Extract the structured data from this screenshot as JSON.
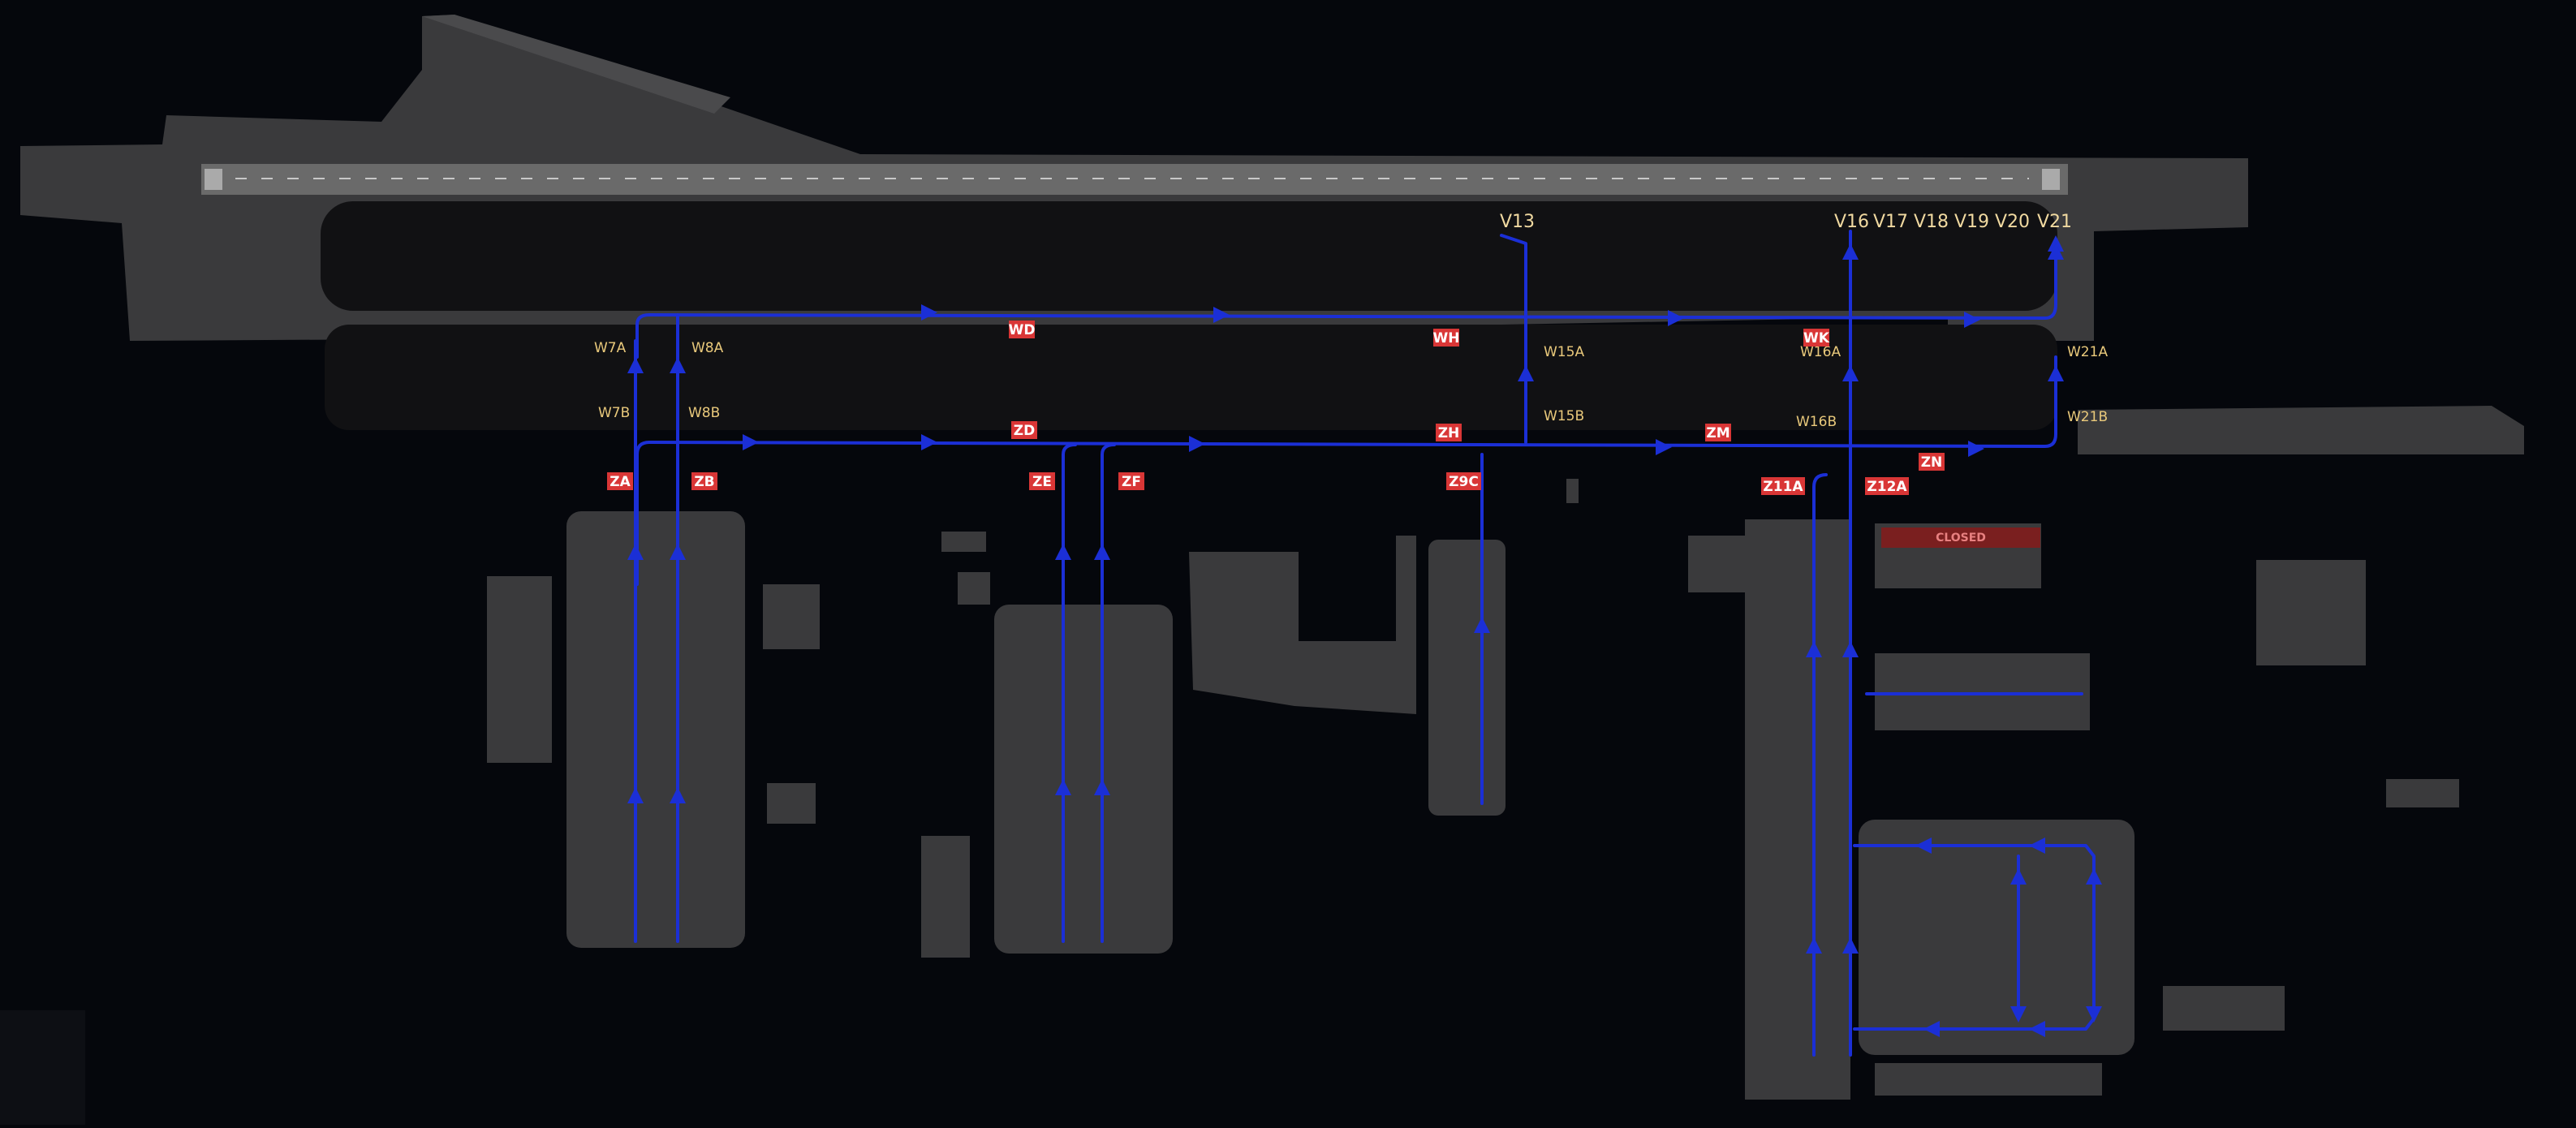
{
  "colors": {
    "background": "#05070c",
    "apron": "#3a3a3c",
    "apron_dark": "#2a2a2c",
    "runway": "#6a6a6a",
    "route": "#1b2fd6",
    "label_yellow": "#e9c97b",
    "label_red": "#d93636",
    "closed_fill": "#7a1f1f"
  },
  "stands": [
    "V13",
    "V16",
    "V17",
    "V18",
    "V19",
    "V20",
    "V21"
  ],
  "yellow_labels": [
    "W7A",
    "W8A",
    "W7B",
    "W8B",
    "W15A",
    "W15B",
    "W16A",
    "W16B",
    "W21A",
    "W21B"
  ],
  "red_labels": [
    "WD",
    "WH",
    "WK",
    "ZD",
    "ZH",
    "ZM",
    "ZN",
    "ZA",
    "ZB",
    "ZE",
    "ZF",
    "Z9C",
    "Z11A",
    "Z12A"
  ],
  "closed_area": {
    "label": "CLOSED"
  }
}
